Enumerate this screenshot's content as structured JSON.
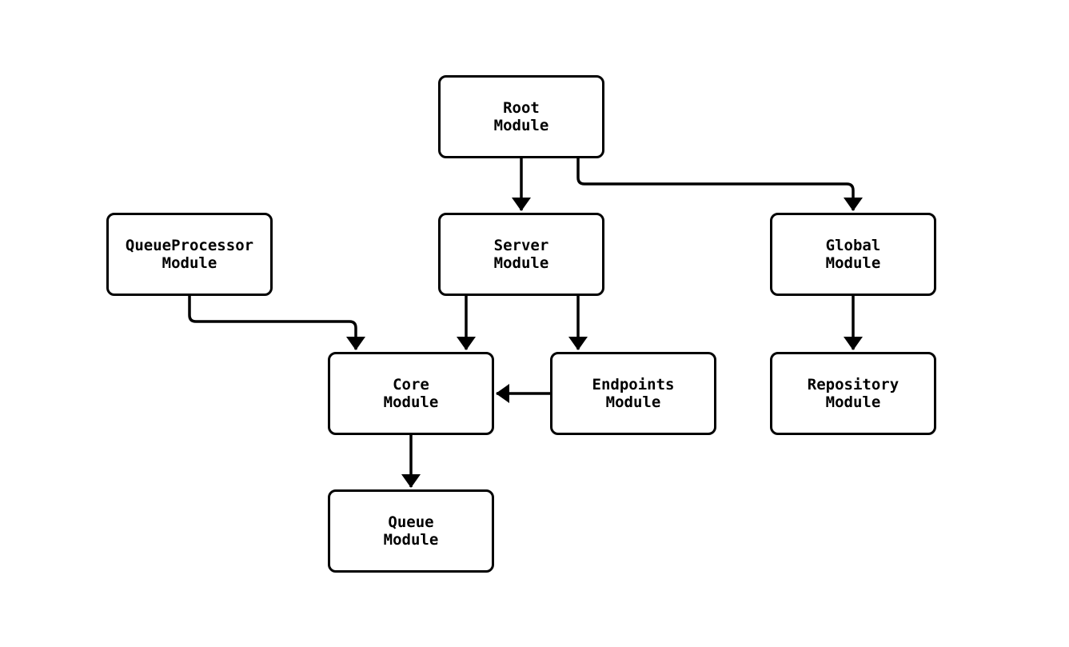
{
  "diagram": {
    "kind": "module-dependency-diagram",
    "colors": {
      "stroke": "#000000",
      "node_fill": "#ffffff",
      "text": "#000000",
      "background": "#ffffff"
    },
    "nodes": [
      {
        "id": "root",
        "line1": "Root",
        "line2": "Module"
      },
      {
        "id": "queueprocessor",
        "line1": "QueueProcessor",
        "line2": "Module"
      },
      {
        "id": "server",
        "line1": "Server",
        "line2": "Module"
      },
      {
        "id": "global",
        "line1": "Global",
        "line2": "Module"
      },
      {
        "id": "core",
        "line1": "Core",
        "line2": "Module"
      },
      {
        "id": "endpoints",
        "line1": "Endpoints",
        "line2": "Module"
      },
      {
        "id": "repository",
        "line1": "Repository",
        "line2": "Module"
      },
      {
        "id": "queue",
        "line1": "Queue",
        "line2": "Module"
      }
    ],
    "edges": [
      {
        "from": "Root Module",
        "to": "Server Module"
      },
      {
        "from": "Root Module",
        "to": "Global Module"
      },
      {
        "from": "QueueProcessor Module",
        "to": "Core Module"
      },
      {
        "from": "Server Module",
        "to": "Core Module"
      },
      {
        "from": "Server Module",
        "to": "Endpoints Module"
      },
      {
        "from": "Endpoints Module",
        "to": "Core Module"
      },
      {
        "from": "Global Module",
        "to": "Repository Module"
      },
      {
        "from": "Core Module",
        "to": "Queue Module"
      }
    ]
  }
}
